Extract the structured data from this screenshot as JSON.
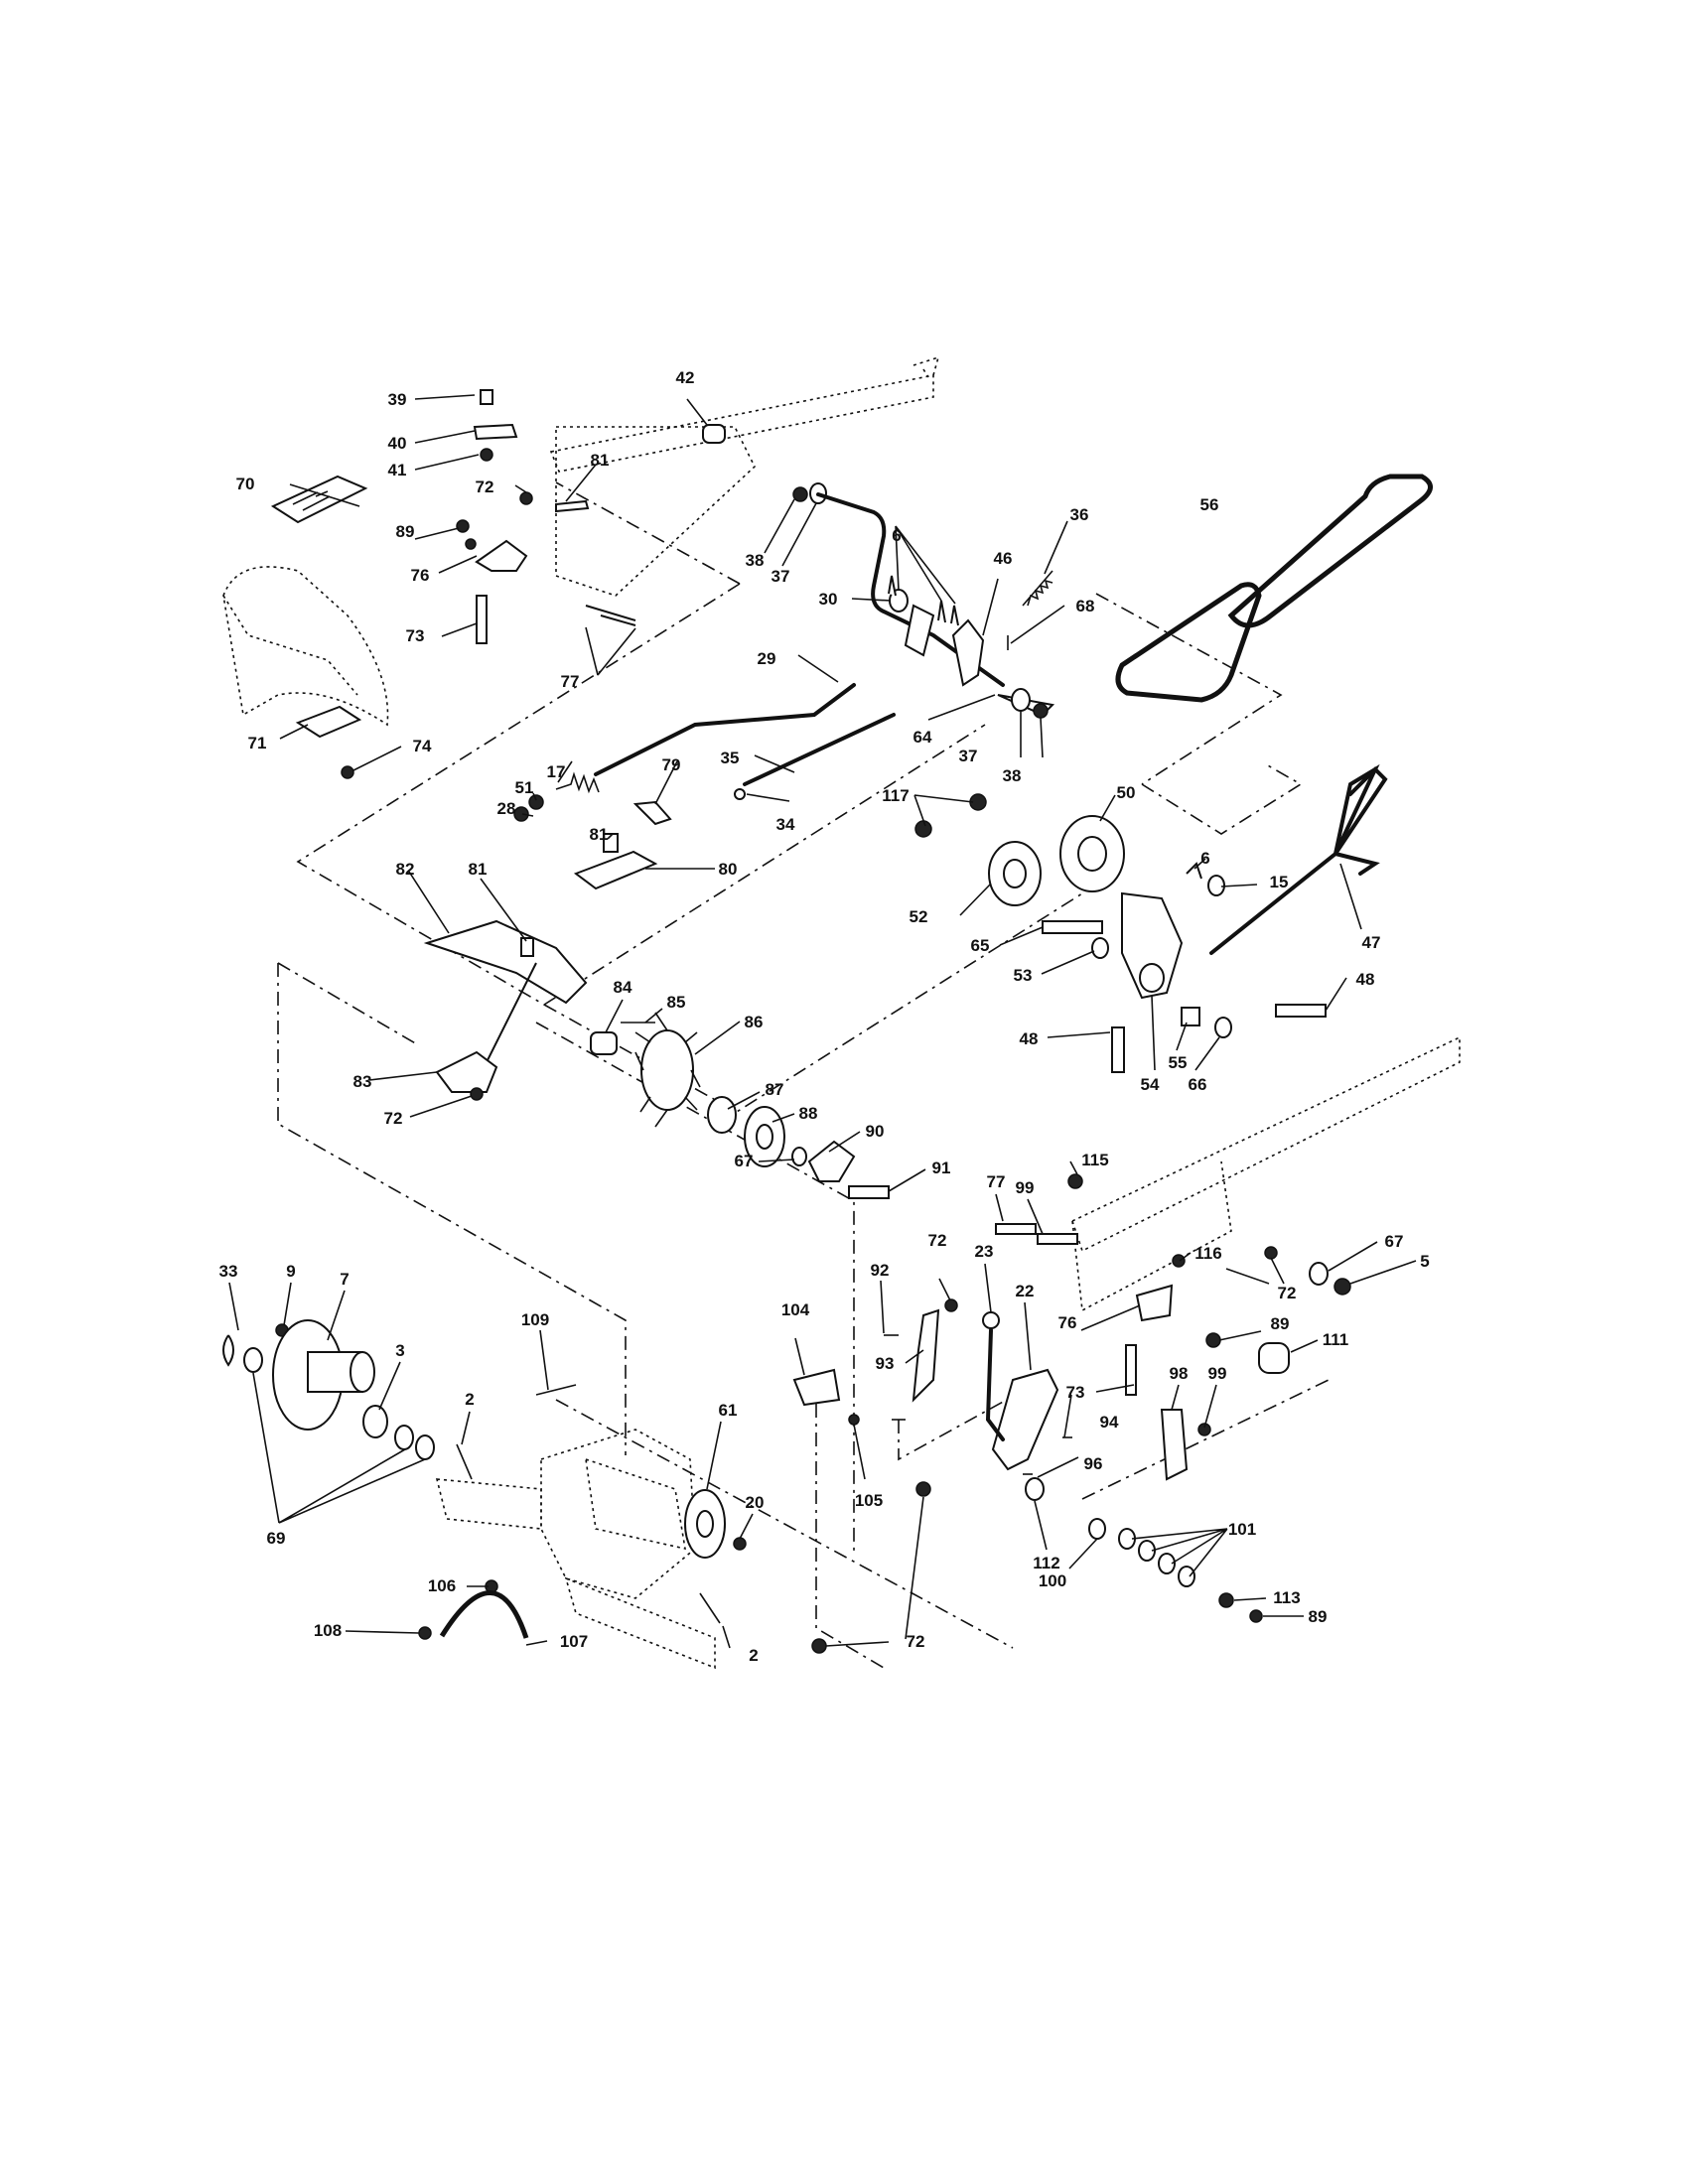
{
  "diagram": {
    "labels": {
      "l39": "39",
      "l40": "40",
      "l41": "41",
      "l70": "70",
      "l72a": "72",
      "l81a": "81",
      "l89a": "89",
      "l76a": "76",
      "l73a": "73",
      "l77a": "77",
      "l71": "71",
      "l74": "74",
      "l42": "42",
      "l38a": "38",
      "l37a": "37",
      "l6a": "6",
      "l46": "46",
      "l36": "36",
      "l30": "30",
      "l68": "68",
      "l56": "56",
      "l29": "29",
      "l64": "64",
      "l37b": "37",
      "l38b": "38",
      "l17": "17",
      "l79": "79",
      "l51": "51",
      "l28": "28",
      "l35": "35",
      "l34": "34",
      "l117": "117",
      "l50": "50",
      "l81b": "81",
      "l80": "80",
      "l82": "82",
      "l81c": "81",
      "l6b": "6",
      "l15": "15",
      "l47": "47",
      "l52": "52",
      "l65": "65",
      "l53": "53",
      "l48a": "48",
      "l84": "84",
      "l85": "85",
      "l86": "86",
      "l48b": "48",
      "l55": "55",
      "l54": "54",
      "l66": "66",
      "l83": "83",
      "l72b": "72",
      "l87": "87",
      "l88": "88",
      "l90": "90",
      "l67a": "67",
      "l91": "91",
      "l115": "115",
      "l77b": "77",
      "l99a": "99",
      "l67b": "67",
      "l5": "5",
      "l116": "116",
      "l72c": "72",
      "l92": "92",
      "l72d": "72",
      "l23": "23",
      "l22": "22",
      "l76b": "76",
      "l89b": "89",
      "l111": "111",
      "l33": "33",
      "l9": "9",
      "l7": "7",
      "l109": "109",
      "l104": "104",
      "l93": "93",
      "l73b": "73",
      "l98": "98",
      "l99b": "99",
      "l3": "3",
      "l2a": "2",
      "l94": "94",
      "l61": "61",
      "l20": "20",
      "l105": "105",
      "l96": "96",
      "l69": "69",
      "l112": "112",
      "l100": "100",
      "l101": "101",
      "l106": "106",
      "l113": "113",
      "l89c": "89",
      "l108": "108",
      "l107": "107",
      "l2b": "2",
      "l72e": "72"
    }
  }
}
